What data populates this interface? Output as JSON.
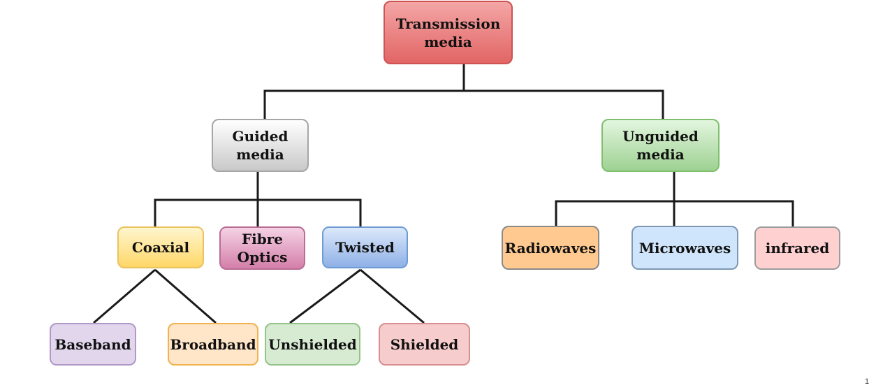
{
  "nodes": {
    "root": "Transmission\nmedia",
    "guided": "Guided\nmedia",
    "unguided": "Unguided\nmedia",
    "coaxial": "Coaxial",
    "fibre_optics": "Fibre\nOptics",
    "twisted": "Twisted",
    "radiowaves": "Radiowaves",
    "microwaves": "Microwaves",
    "infrared": "infrared",
    "baseband": "Baseband",
    "broadband": "Broadband",
    "unshielded": "Unshielded",
    "shielded": "Shielded"
  },
  "page_number": "1"
}
